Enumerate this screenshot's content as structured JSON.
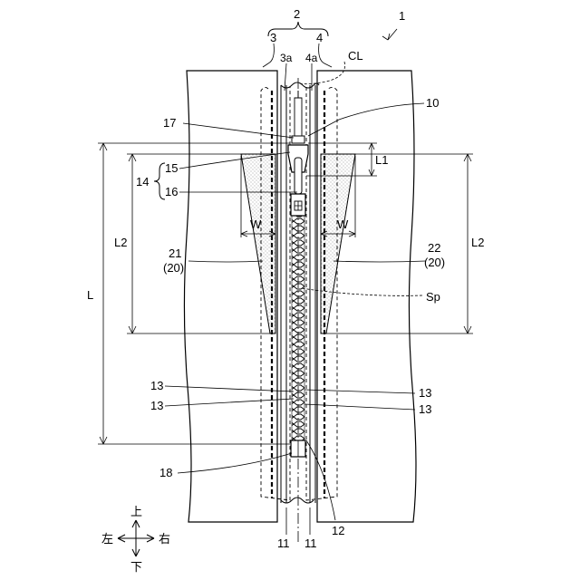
{
  "figure": {
    "ref_assembly": "1",
    "ref_fastener_stringer": "2",
    "ref_left_tape": "3",
    "ref_right_tape": "4",
    "ref_left_tape_edge": "3a",
    "ref_right_tape_edge": "4a",
    "ref_center_line": "CL",
    "ref_slider": "10",
    "ref_element_row": "11",
    "ref_bottom_stop": "12",
    "ref_element": "13",
    "ref_pull_assembly": "14",
    "ref_slider_body": "15",
    "ref_pull_tab": "16",
    "ref_top_stop": "17",
    "ref_end_part": "18",
    "ref_left_reinforcement": "21",
    "ref_left_reinforcement_group": "(20)",
    "ref_right_reinforcement": "22",
    "ref_right_reinforcement_group": "(20)",
    "ref_space": "Sp",
    "dim_length": "L",
    "dim_length_1": "L1",
    "dim_length_2": "L2",
    "dim_width": "W"
  },
  "compass": {
    "up": "上",
    "down": "下",
    "left": "左",
    "right": "右"
  },
  "colors": {
    "line": "#000000",
    "background": "#ffffff",
    "stipple": "#888888"
  }
}
